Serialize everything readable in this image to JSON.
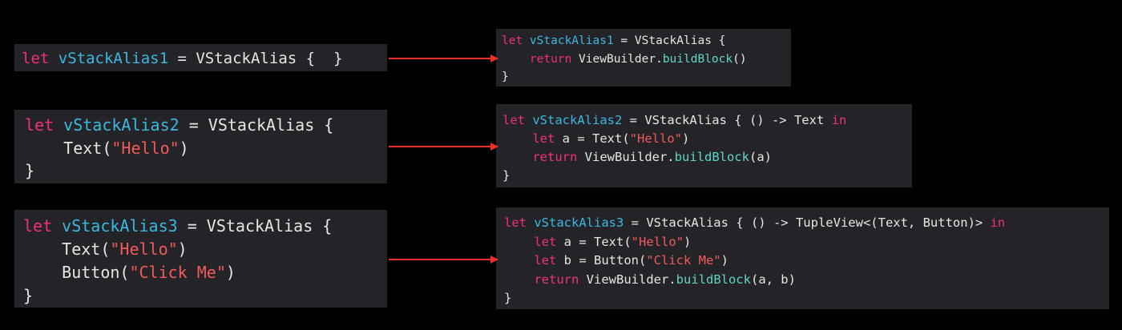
{
  "colors": {
    "background": "#000000",
    "box": "#242428",
    "keyword": "#f0307a",
    "identifier": "#3ab8e0",
    "string": "#f25a5a",
    "function": "#5ed6c6",
    "plain": "#e6e6e6",
    "arrow": "#e8302a"
  },
  "left": {
    "ex1": {
      "l1": [
        "let",
        " vStackAlias1",
        " = VStackAlias {  }"
      ]
    },
    "ex2": {
      "l1": [
        "let",
        " vStackAlias2",
        " = VStackAlias {"
      ],
      "l2": [
        "    Text(",
        "\"Hello\"",
        ")"
      ],
      "l3": "}"
    },
    "ex3": {
      "l1": [
        "let",
        " vStackAlias3",
        " = VStackAlias {"
      ],
      "l2": [
        "    Text(",
        "\"Hello\"",
        ")"
      ],
      "l3": [
        "    Button(",
        "\"Click Me\"",
        ")"
      ],
      "l4": "}"
    }
  },
  "right": {
    "ex1": {
      "l1": [
        "let",
        " vStackAlias1",
        " = VStackAlias {"
      ],
      "l2": [
        "    return",
        " ViewBuilder.",
        "buildBlock",
        "()"
      ],
      "l3": "}"
    },
    "ex2": {
      "l1": [
        "let",
        " vStackAlias2",
        " = VStackAlias { () -> Text ",
        "in"
      ],
      "l2": [
        "    let",
        " a = Text(",
        "\"Hello\"",
        ")"
      ],
      "l3": [
        "    return",
        " ViewBuilder.",
        "buildBlock",
        "(a)"
      ],
      "l4": "}"
    },
    "ex3": {
      "l1": [
        "let",
        " vStackAlias3",
        " = VStackAlias { () -> TupleView<(Text, Button)> ",
        "in"
      ],
      "l2": [
        "    let",
        " a = Text(",
        "\"Hello\"",
        ")"
      ],
      "l3": [
        "    let",
        " b = Button(",
        "\"Click Me\"",
        ")"
      ],
      "l4": [
        "    return",
        " ViewBuilder.",
        "buildBlock",
        "(a, b)"
      ],
      "l5": "}"
    }
  }
}
